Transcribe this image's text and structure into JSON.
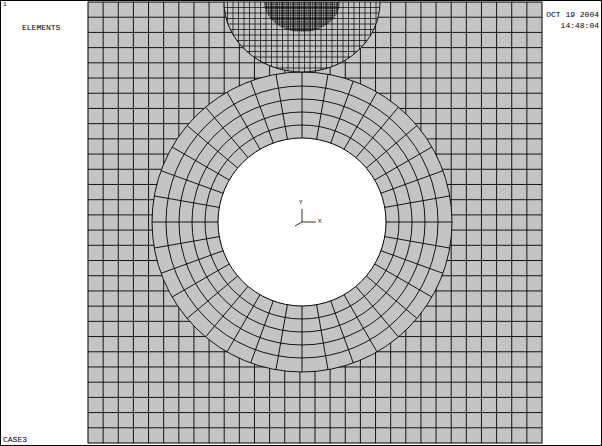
{
  "diagram": {
    "labels": [
      "1",
      "ELEMENTS",
      "OCT 19 2004",
      "14:48:04",
      "Y",
      "X",
      "CASE3"
    ]
  }
}
